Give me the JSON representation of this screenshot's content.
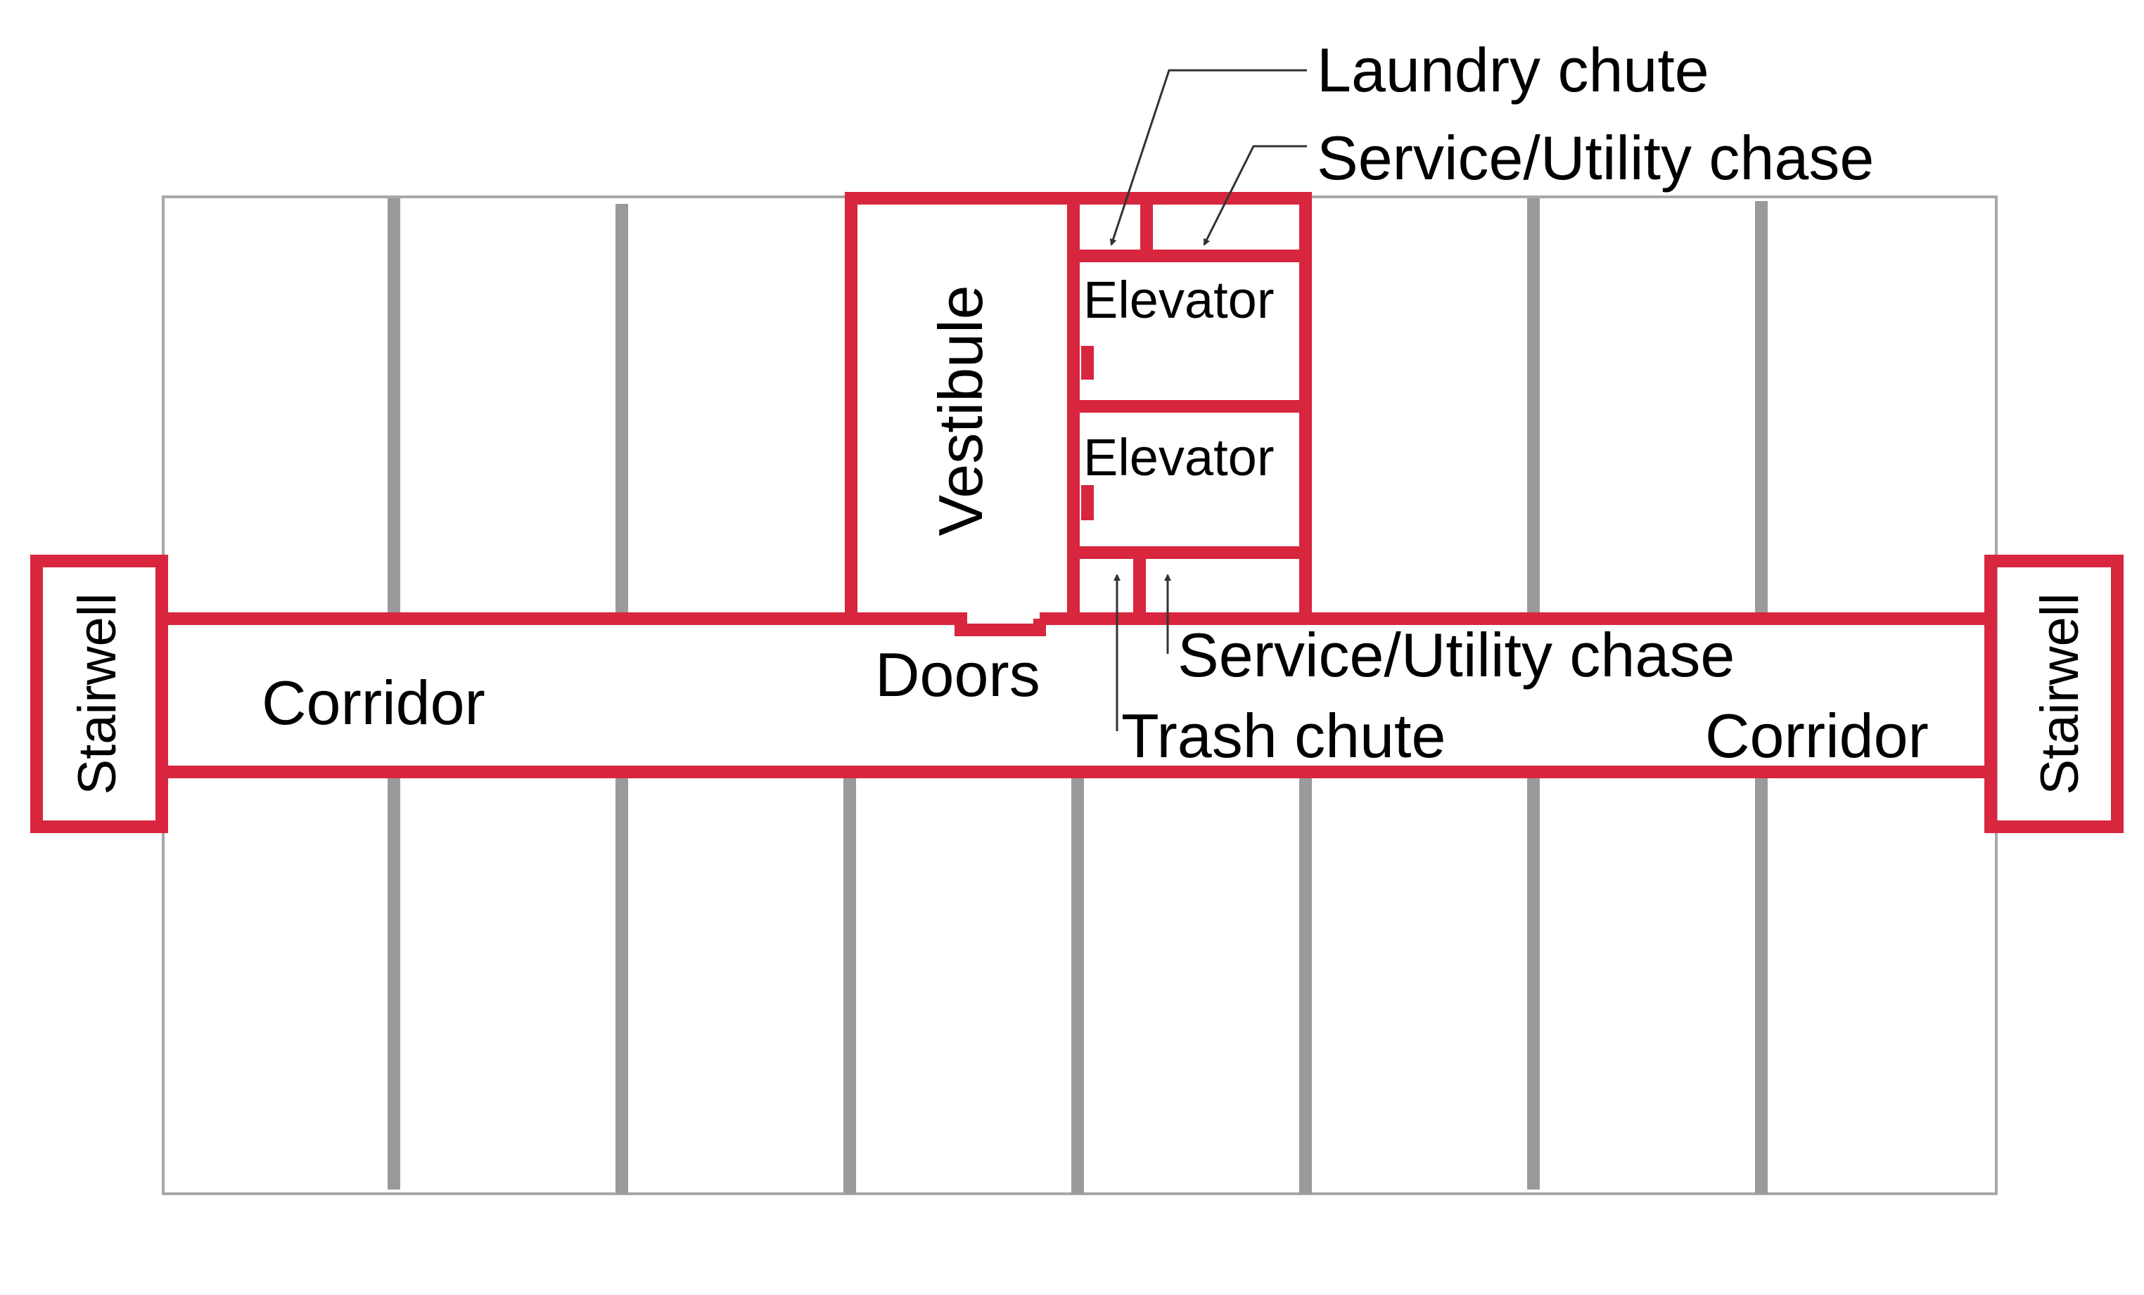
{
  "colors": {
    "fire_wall": "#d7263d",
    "partition": "#9a9a9d",
    "outline": "#a8a8a8",
    "leader": "#333333"
  },
  "labels": {
    "laundry_chute": "Laundry chute",
    "service_chase_top": "Service/Utility chase",
    "elevator_1": "Elevator",
    "elevator_2": "Elevator",
    "vestibule": "Vestibule",
    "stairwell_left": "Stairwell",
    "stairwell_right": "Stairwell",
    "corridor_left": "Corridor",
    "corridor_right": "Corridor",
    "doors": "Doors",
    "service_chase_bottom": "Service/Utility chase",
    "trash_chute": "Trash chute"
  }
}
